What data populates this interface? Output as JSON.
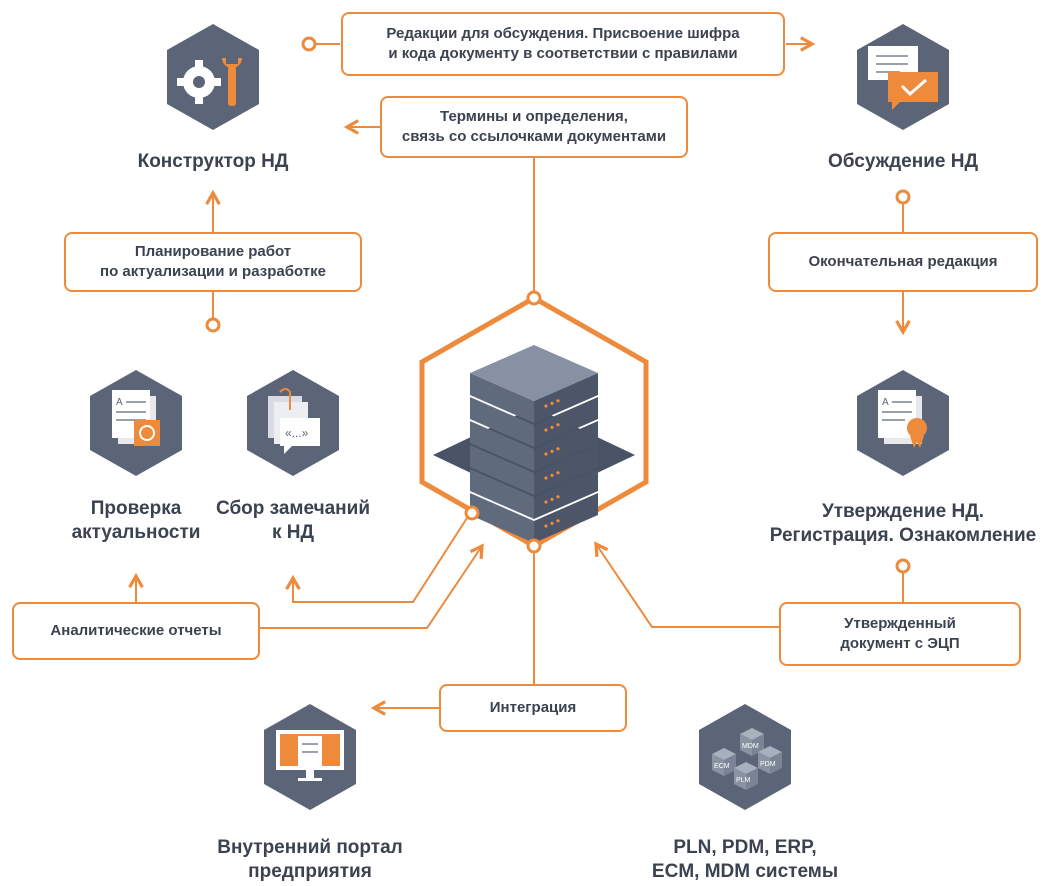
{
  "colors": {
    "accent": "#ee8a3c",
    "hex_fill": "#5b6577",
    "text": "#3b4250"
  },
  "nodes": {
    "konstruktor": {
      "label": "Конструктор НД",
      "icon": "gear-wrench-icon"
    },
    "obsuzhdenie": {
      "label": "Обсуждение НД",
      "icon": "chat-check-icon"
    },
    "proverka": {
      "lines": [
        "Проверка",
        "актуальности"
      ],
      "icon": "document-refresh-icon"
    },
    "sbor": {
      "lines": [
        "Сбор замечаний",
        "к НД"
      ],
      "icon": "document-quote-icon"
    },
    "utverzhdenie": {
      "lines": [
        "Утверждение НД.",
        "Регистрация. Ознакомление"
      ],
      "icon": "document-seal-icon"
    },
    "portal": {
      "lines": [
        "Внутренний портал",
        "предприятия"
      ],
      "icon": "monitor-document-icon"
    },
    "systems": {
      "lines": [
        "PLN, PDM, ERP,",
        "ECM, MDM системы"
      ],
      "icon": "server-cubes-icon",
      "cube_labels": [
        "ECM",
        "MDM",
        "PLM",
        "PDM"
      ]
    }
  },
  "boxes": {
    "redaktsii": [
      "Редакции для обсуждения. Присвоение шифра",
      "и кода документу в соответствии с правилами"
    ],
    "terminy": [
      "Термины и определения,",
      "связь со ссылочками документами"
    ],
    "planirovanie": [
      "Планирование работ",
      "по актуализации и разработке"
    ],
    "okonchatelnaya": [
      "Окончательная редакция"
    ],
    "analiticheskie": [
      "Аналитические отчеты"
    ],
    "utverzhdennyi": [
      "Утвержденный",
      "документ с ЭЦП"
    ],
    "integratsiya": [
      "Интеграция"
    ]
  }
}
